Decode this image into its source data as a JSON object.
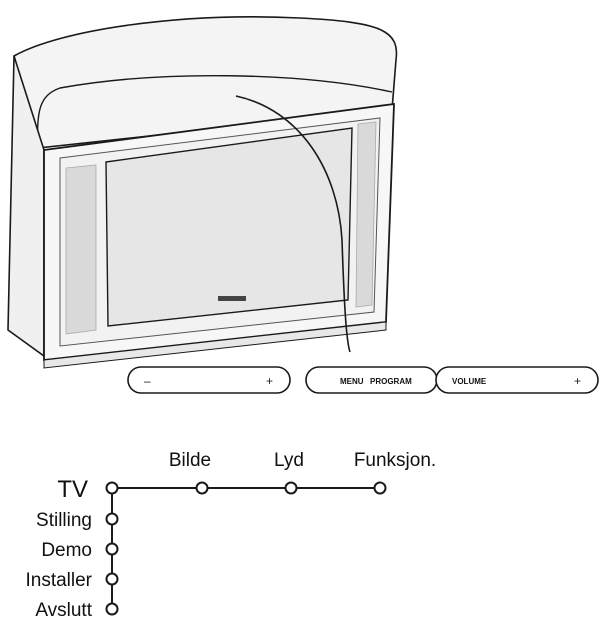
{
  "tv_controls": {
    "minus_label": "–",
    "plus_label": "+",
    "menu_label": "MENU",
    "program_label": "PROGRAM",
    "volume_label": "VOLUME",
    "volume_plus_label": "+"
  },
  "menu": {
    "root_label": "TV",
    "horizontal_items": [
      "Bilde",
      "Lyd",
      "Funksjon."
    ],
    "vertical_items": [
      "Stilling",
      "Demo",
      "Installer",
      "Avslutt"
    ]
  },
  "colors": {
    "line": "#1a1a1a",
    "tv_body": "#f4f4f4",
    "tv_screen": "#e6e6e6",
    "tv_speaker": "#d9d9d9"
  }
}
